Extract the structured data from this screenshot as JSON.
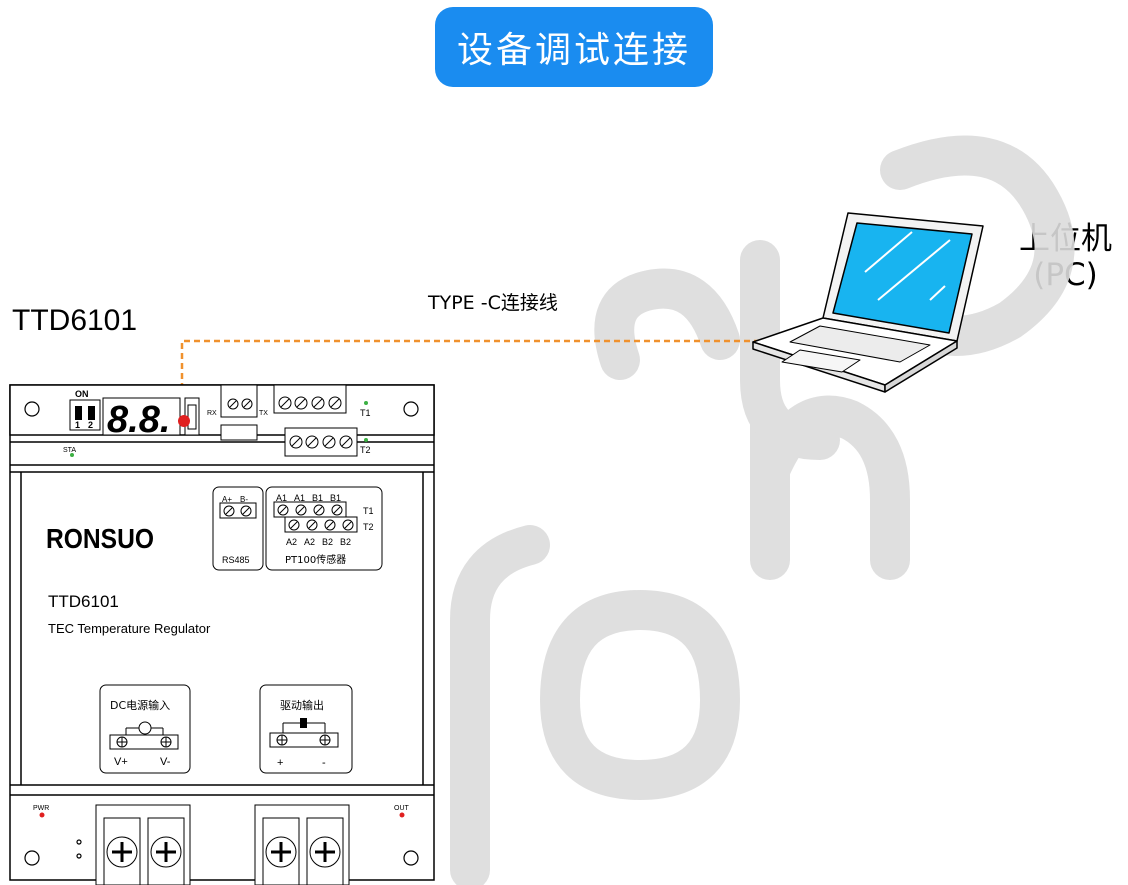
{
  "header": {
    "title": "设备调试连接"
  },
  "device": {
    "model_label": "TTD6101",
    "brand": "RONSUO",
    "panel_model": "TTD6101",
    "panel_desc": "TEC Temperature Regulator",
    "rs485_label": "RS485",
    "rs485_pins": [
      "A+",
      "B-"
    ],
    "pt100_label": "PT100传感器",
    "pt100_top_pins": [
      "A1",
      "A1",
      "B1",
      "B1"
    ],
    "pt100_bottom_pins": [
      "A2",
      "A2",
      "B2",
      "B2"
    ],
    "t1_label": "T1",
    "t2_label": "T2",
    "dc_input_label": "DC电源输入",
    "dc_pins": [
      "V+",
      "V-"
    ],
    "drive_output_label": "驱动输出",
    "drive_pins": [
      "+",
      "-"
    ],
    "led_labels": {
      "sta": "STA",
      "pwr": "PWR",
      "out": "OUT",
      "rx": "RX",
      "tx": "TX",
      "t1": "T1",
      "t2": "T2"
    },
    "dip_labels": {
      "on": "ON",
      "one": "1",
      "two": "2"
    },
    "display_text": "8.8."
  },
  "connection": {
    "cable_label": "TYPE -C连接线",
    "line_color": "#f0912d"
  },
  "pc": {
    "label_line1": "上位机",
    "label_line2": "(PC)"
  },
  "watermark": {
    "text": "Ronsuo"
  },
  "colors": {
    "title_bg": "#1a8cf0",
    "led_green": "#3cb043",
    "led_red": "#e02020",
    "screen": "#18b4f0"
  }
}
